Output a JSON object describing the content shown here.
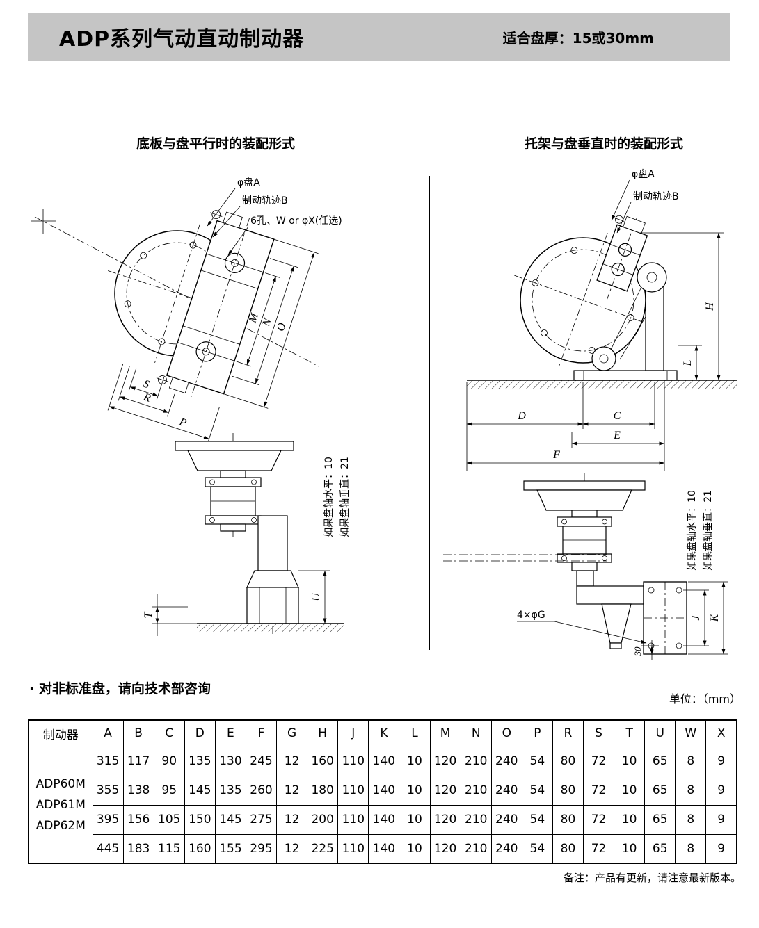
{
  "header": {
    "title": "ADP系列气动直动制动器",
    "fit": "适合盘厚：15或30mm",
    "bar_color": "#c5c5c5"
  },
  "left_drawing": {
    "title": "底板与盘平行时的装配形式",
    "labels": {
      "disc_a": "φ盘A",
      "track_b": "制动轨迹B",
      "holes": "6孔、W or φX(任选)",
      "m": "M",
      "n": "N",
      "o": "O",
      "s": "S",
      "r": "R",
      "p": "P",
      "t": "T",
      "u": "U",
      "axis_horizontal": "如果盘轴水平：10",
      "axis_vertical": "如果盘轴垂直：21"
    }
  },
  "right_drawing": {
    "title": "托架与盘垂直时的装配形式",
    "labels": {
      "disc_a": "φ盘A",
      "track_b": "制动轨迹B",
      "h": "H",
      "l": "L",
      "d": "D",
      "c": "C",
      "e": "E",
      "f": "F",
      "j": "J",
      "k": "K",
      "dim30": "30",
      "holes_g": "4×φG",
      "axis_horizontal": "如果盘轴水平：10",
      "axis_vertical": "如果盘轴垂直：21"
    }
  },
  "notes": {
    "nonstandard": "· 对非标准盘，请向技术部咨询",
    "unit": "单位：（mm）",
    "footer": "备注：产品有更新，请注意最新版本。"
  },
  "table": {
    "header_first": "制动器",
    "columns": [
      "A",
      "B",
      "C",
      "D",
      "E",
      "F",
      "G",
      "H",
      "J",
      "K",
      "L",
      "M",
      "N",
      "O",
      "P",
      "R",
      "S",
      "T",
      "U",
      "W",
      "X"
    ],
    "models": [
      "ADP60M",
      "ADP61M",
      "ADP62M"
    ],
    "rows": [
      [
        315,
        117,
        90,
        135,
        130,
        245,
        12,
        160,
        110,
        140,
        10,
        120,
        210,
        240,
        54,
        80,
        72,
        10,
        65,
        8,
        9
      ],
      [
        355,
        138,
        95,
        145,
        135,
        260,
        12,
        180,
        110,
        140,
        10,
        120,
        210,
        240,
        54,
        80,
        72,
        10,
        65,
        8,
        9
      ],
      [
        395,
        156,
        105,
        150,
        145,
        275,
        12,
        200,
        110,
        140,
        10,
        120,
        210,
        240,
        54,
        80,
        72,
        10,
        65,
        8,
        9
      ],
      [
        445,
        183,
        115,
        160,
        155,
        295,
        12,
        225,
        110,
        140,
        10,
        120,
        210,
        240,
        54,
        80,
        72,
        10,
        65,
        8,
        9
      ]
    ]
  }
}
